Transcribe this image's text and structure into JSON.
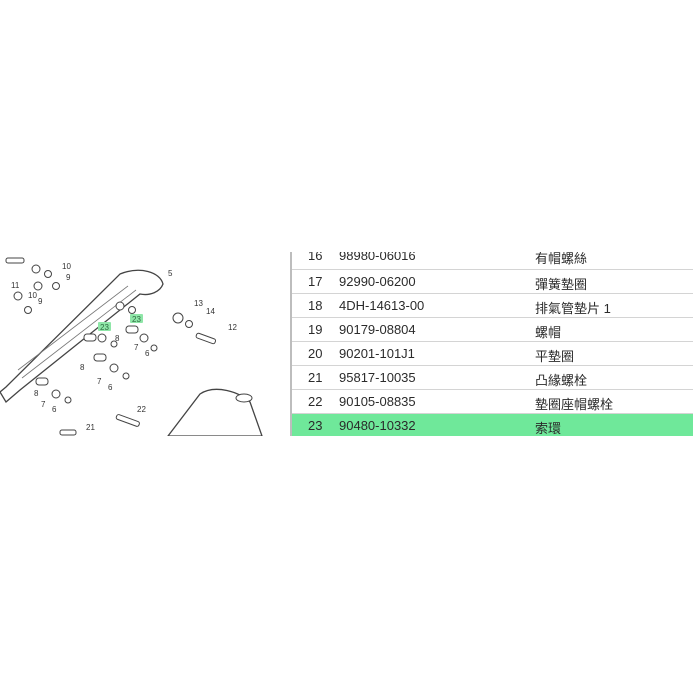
{
  "diagram": {
    "callouts": [
      "10",
      "9",
      "11",
      "10",
      "9",
      "5",
      "13",
      "14",
      "12",
      "8",
      "7",
      "6",
      "8",
      "7",
      "6",
      "8",
      "7",
      "6",
      "22",
      "21"
    ],
    "highlight_labels": [
      "23",
      "23"
    ]
  },
  "parts_table": {
    "rows": [
      {
        "index": "16",
        "part_no": "98980-06016",
        "name": "有帽螺絲"
      },
      {
        "index": "17",
        "part_no": "92990-06200",
        "name": "彈簧墊圈"
      },
      {
        "index": "18",
        "part_no": "4DH-14613-00",
        "name": "排氣管墊片 1"
      },
      {
        "index": "19",
        "part_no": "90179-08804",
        "name": "螺帽"
      },
      {
        "index": "20",
        "part_no": "90201-101J1",
        "name": "平墊圈"
      },
      {
        "index": "21",
        "part_no": "95817-10035",
        "name": "凸緣螺栓"
      },
      {
        "index": "22",
        "part_no": "90105-08835",
        "name": "墊圈座帽螺栓"
      },
      {
        "index": "23",
        "part_no": "90480-10332",
        "name": "索環"
      }
    ],
    "selected_index": "23"
  },
  "colors": {
    "selected_row": "#6fe89a",
    "tab_accent": "#3a7bd5"
  }
}
